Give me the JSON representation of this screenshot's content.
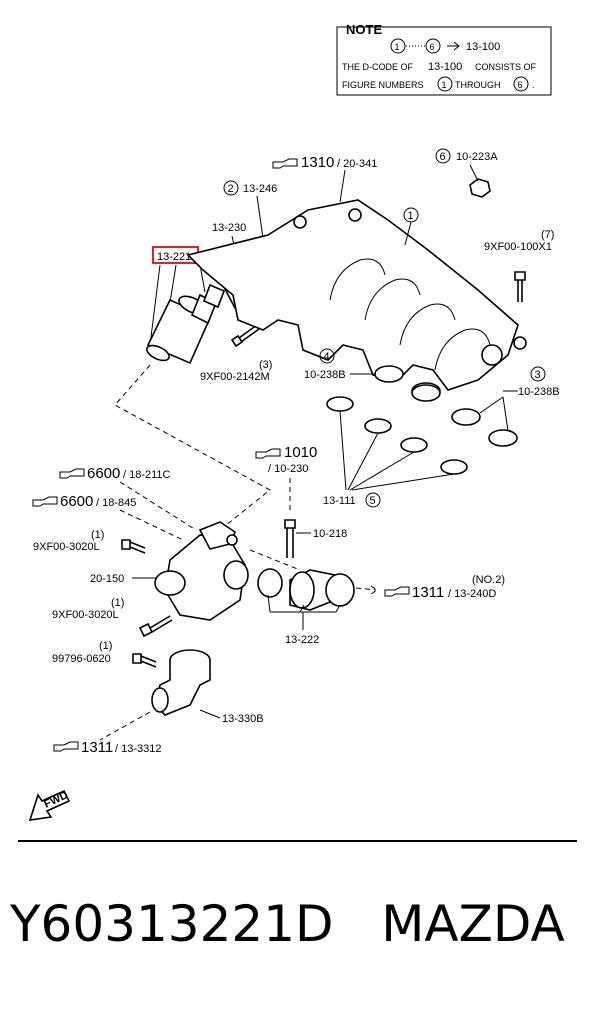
{
  "note": {
    "title": "NOTE",
    "line1_from": "1",
    "line1_to": "6",
    "line1_code": "13-100",
    "line2": "THE D-CODE OF",
    "line2_code": "13-100",
    "line2_end": "CONSISTS OF",
    "line3": "FIGURE NUMBERS",
    "line3_from": "1",
    "line3_mid": "THROUGH",
    "line3_to": "6",
    "line3_end": "."
  },
  "labels": {
    "ref_1310": "1310",
    "ref_1310_sub": "/ 20-341",
    "fig6": "6",
    "p_10_223a": "10-223A",
    "fig2": "2",
    "p_13_246": "13-246",
    "p_13_230": "13-230",
    "p_13_221": "13-221",
    "fig1": "1",
    "qty7": "(7)",
    "p_9xf00_100x1": "9XF00-100X1",
    "qty3": "(3)",
    "p_9xf00_2142m": "9XF00-2142M",
    "fig4": "4",
    "p_10_238b_left": "10-238B",
    "fig3": "3",
    "p_10_238b_right": "10-238B",
    "ref_1010": "1010",
    "ref_1010_sub": "/ 10-230",
    "ref_6600a": "6600",
    "ref_6600a_sub": "/ 18-211C",
    "ref_6600b": "6600",
    "ref_6600b_sub": "/ 18-845",
    "p_13_111": "13-111",
    "fig5": "5",
    "qty1a": "(1)",
    "p_9xf00_3020l_a": "9XF00-3020L",
    "p_10_218": "10-218",
    "p_20_150": "20-150",
    "qty1b": "(1)",
    "p_9xf00_3020l_b": "9XF00-3020L",
    "ref_1311a": "1311",
    "ref_1311a_no": "(NO.2)",
    "ref_1311a_sub": "/ 13-240D",
    "p_13_222": "13-222",
    "qty1c": "(1)",
    "p_99796_0620": "99796-0620",
    "p_13_330b": "13-330B",
    "ref_1311b": "1311",
    "ref_1311b_sub": "/ 13-3312",
    "fwd": "FWD"
  },
  "caption": {
    "part_number": "Y60313221D",
    "brand": "MAZDA"
  },
  "colors": {
    "highlight": "#e0202a",
    "ink": "#000000",
    "background": "#ffffff"
  }
}
